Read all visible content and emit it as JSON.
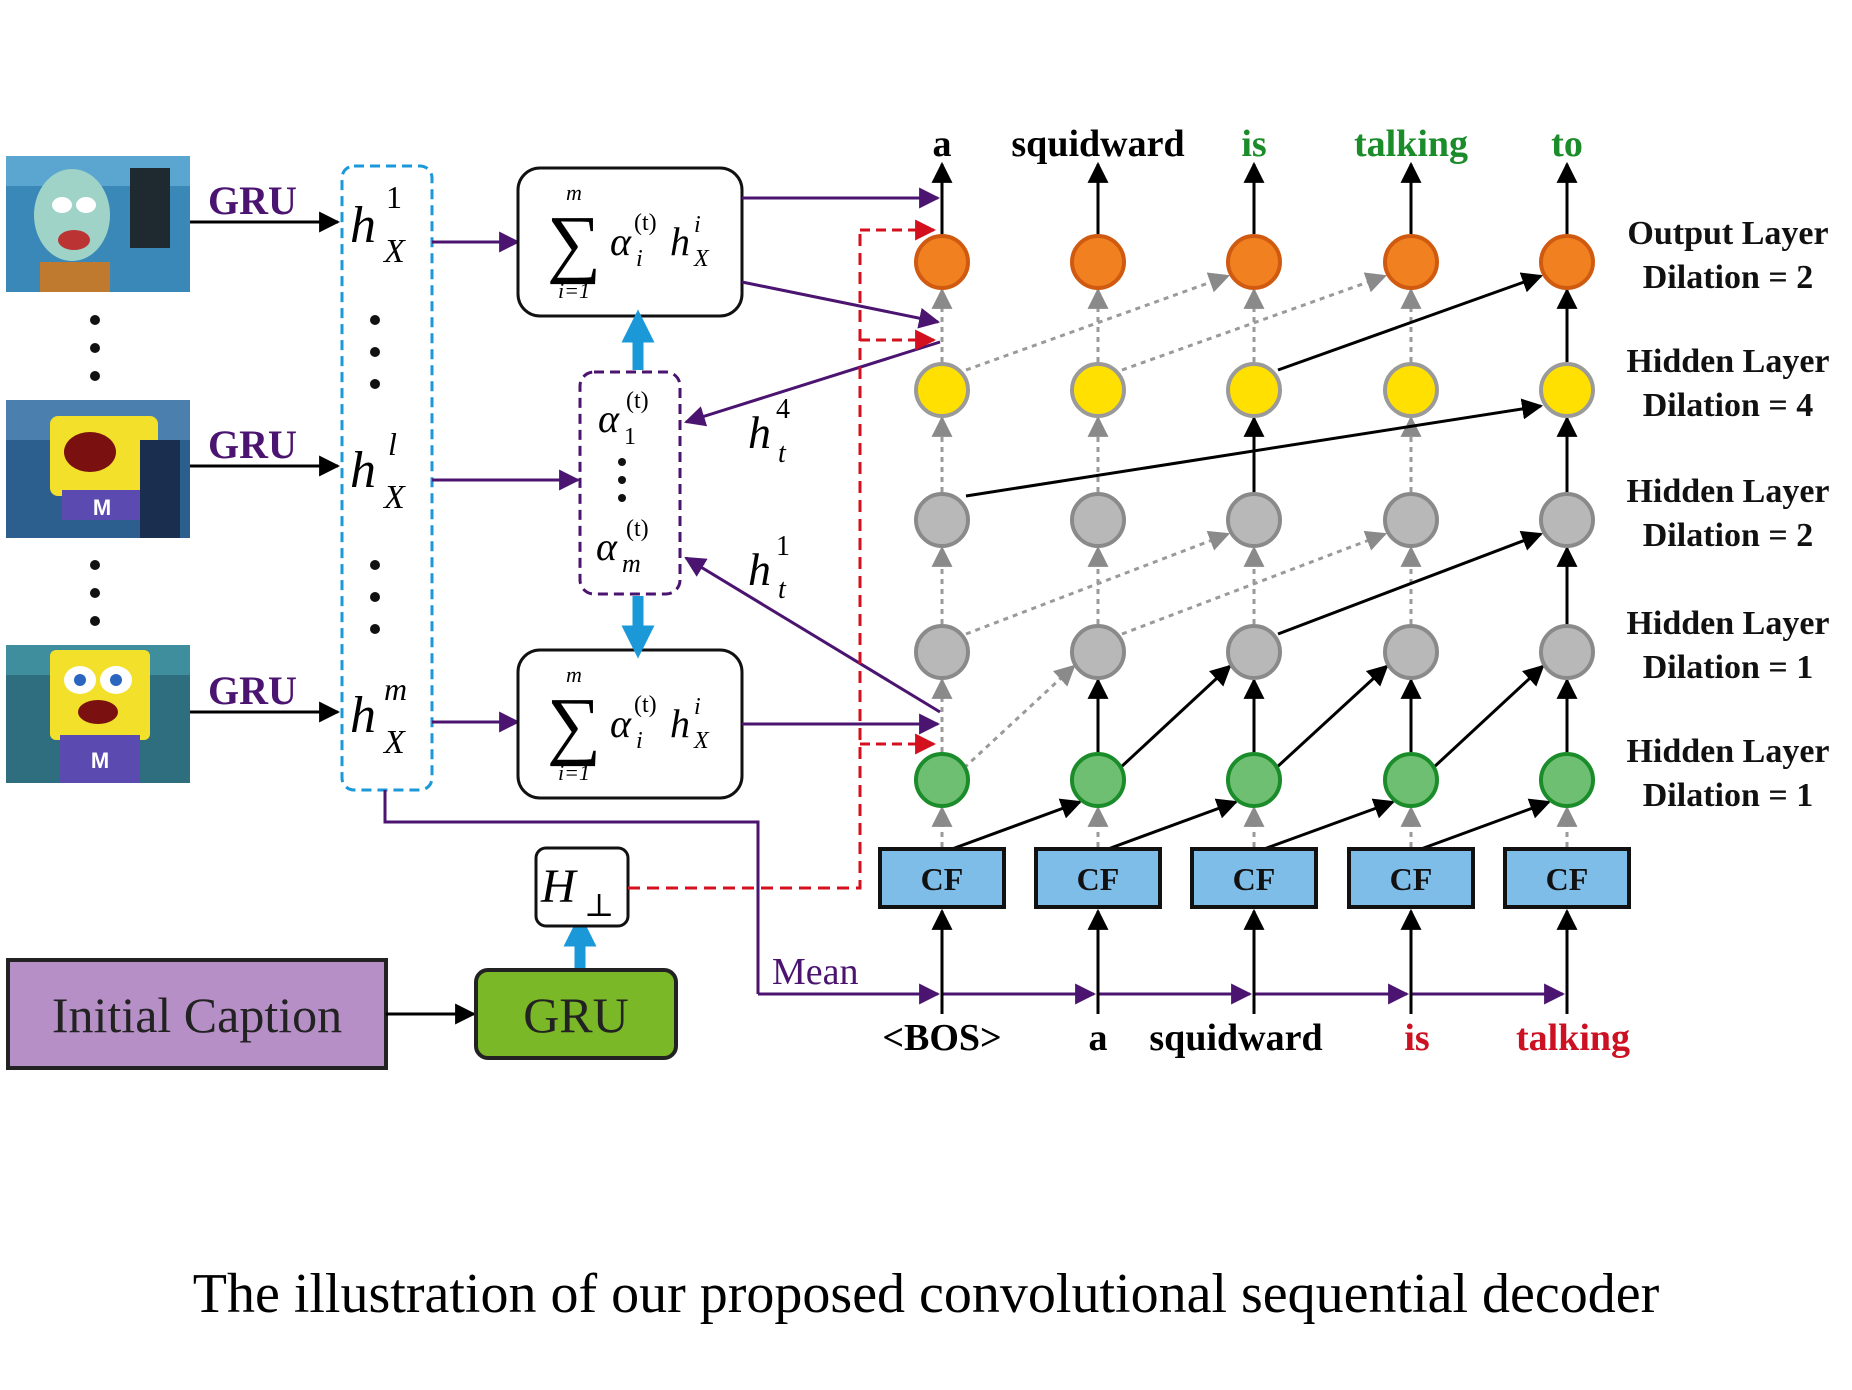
{
  "caption": "The illustration of our proposed convolutional sequential decoder",
  "colors": {
    "purple": "#4b1470",
    "blue": "#1a98d8",
    "red": "#d4101e",
    "green_text": "#1a8c2a",
    "red_text": "#cc1122",
    "orange_node": "#f08020",
    "yellow_node": "#ffe000",
    "gray_node": "#b8b8b8",
    "green_node": "#6fbf73",
    "cf_box": "#7fbde9",
    "caption_box": "#b68fc6",
    "gru_box": "#7ab827"
  },
  "encoder": {
    "frames": [
      {
        "icon": "squidward-frame-image"
      },
      {
        "icon": "spongebob-scream-frame-image"
      },
      {
        "icon": "spongebob-shock-frame-image"
      }
    ],
    "gru_labels": [
      "GRU",
      "GRU",
      "GRU"
    ],
    "hidden_labels": [
      {
        "base": "h",
        "sup": "1",
        "sub": "X"
      },
      {
        "base": "h",
        "sup": "l",
        "sub": "X"
      },
      {
        "base": "h",
        "sup": "m",
        "sub": "X"
      }
    ],
    "vdots": "⋮"
  },
  "attention": {
    "sum_top": {
      "sym": "∑",
      "top": "m",
      "bottom": "i=1",
      "term": "α",
      "term_sub": "i",
      "term_sup": "(t)",
      "h": "h",
      "h_sup": "i",
      "h_sub": "X"
    },
    "sum_bottom": {
      "sym": "∑",
      "top": "m",
      "bottom": "i=1",
      "term": "α",
      "term_sub": "i",
      "term_sup": "(t)",
      "h": "h",
      "h_sup": "i",
      "h_sub": "X"
    },
    "alpha_top": {
      "base": "α",
      "sub": "1",
      "sup": "(t)"
    },
    "alpha_bottom": {
      "base": "α",
      "sub": "m",
      "sup": "(t)"
    },
    "h4": {
      "base": "h",
      "sub": "t",
      "sup": "4"
    },
    "h1": {
      "base": "h",
      "sub": "t",
      "sup": "1"
    }
  },
  "caption_path": {
    "initial_caption": "Initial Caption",
    "gru": "GRU",
    "h_perp": "H",
    "perp": "⊥",
    "mean": "Mean"
  },
  "decoder": {
    "outputs": [
      {
        "word": "a",
        "color": "#000000"
      },
      {
        "word": "squidward",
        "color": "#000000"
      },
      {
        "word": "is",
        "color": "#1a8c2a"
      },
      {
        "word": "talking",
        "color": "#1a8c2a"
      },
      {
        "word": "to",
        "color": "#1a8c2a"
      }
    ],
    "inputs": [
      {
        "word": "<BOS>",
        "color": "#000000"
      },
      {
        "word": "a",
        "color": "#000000"
      },
      {
        "word": "squidward",
        "color": "#000000"
      },
      {
        "word": "is",
        "color": "#cc1122"
      },
      {
        "word": "talking",
        "color": "#cc1122"
      }
    ],
    "cf_label": "CF",
    "layers": [
      {
        "name": "Output Layer",
        "dilation": "Dilation = 2",
        "node_color": "#f08020",
        "stroke": "#d05a10"
      },
      {
        "name": "Hidden Layer",
        "dilation": "Dilation = 4",
        "node_color": "#ffe000",
        "stroke": "#9a9a9a"
      },
      {
        "name": "Hidden Layer",
        "dilation": "Dilation = 2",
        "node_color": "#b8b8b8",
        "stroke": "#8a8a8a"
      },
      {
        "name": "Hidden Layer",
        "dilation": "Dilation = 1",
        "node_color": "#b8b8b8",
        "stroke": "#8a8a8a"
      },
      {
        "name": "Hidden Layer",
        "dilation": "Dilation = 1",
        "node_color": "#6fbf73",
        "stroke": "#1a8c2a"
      }
    ]
  }
}
